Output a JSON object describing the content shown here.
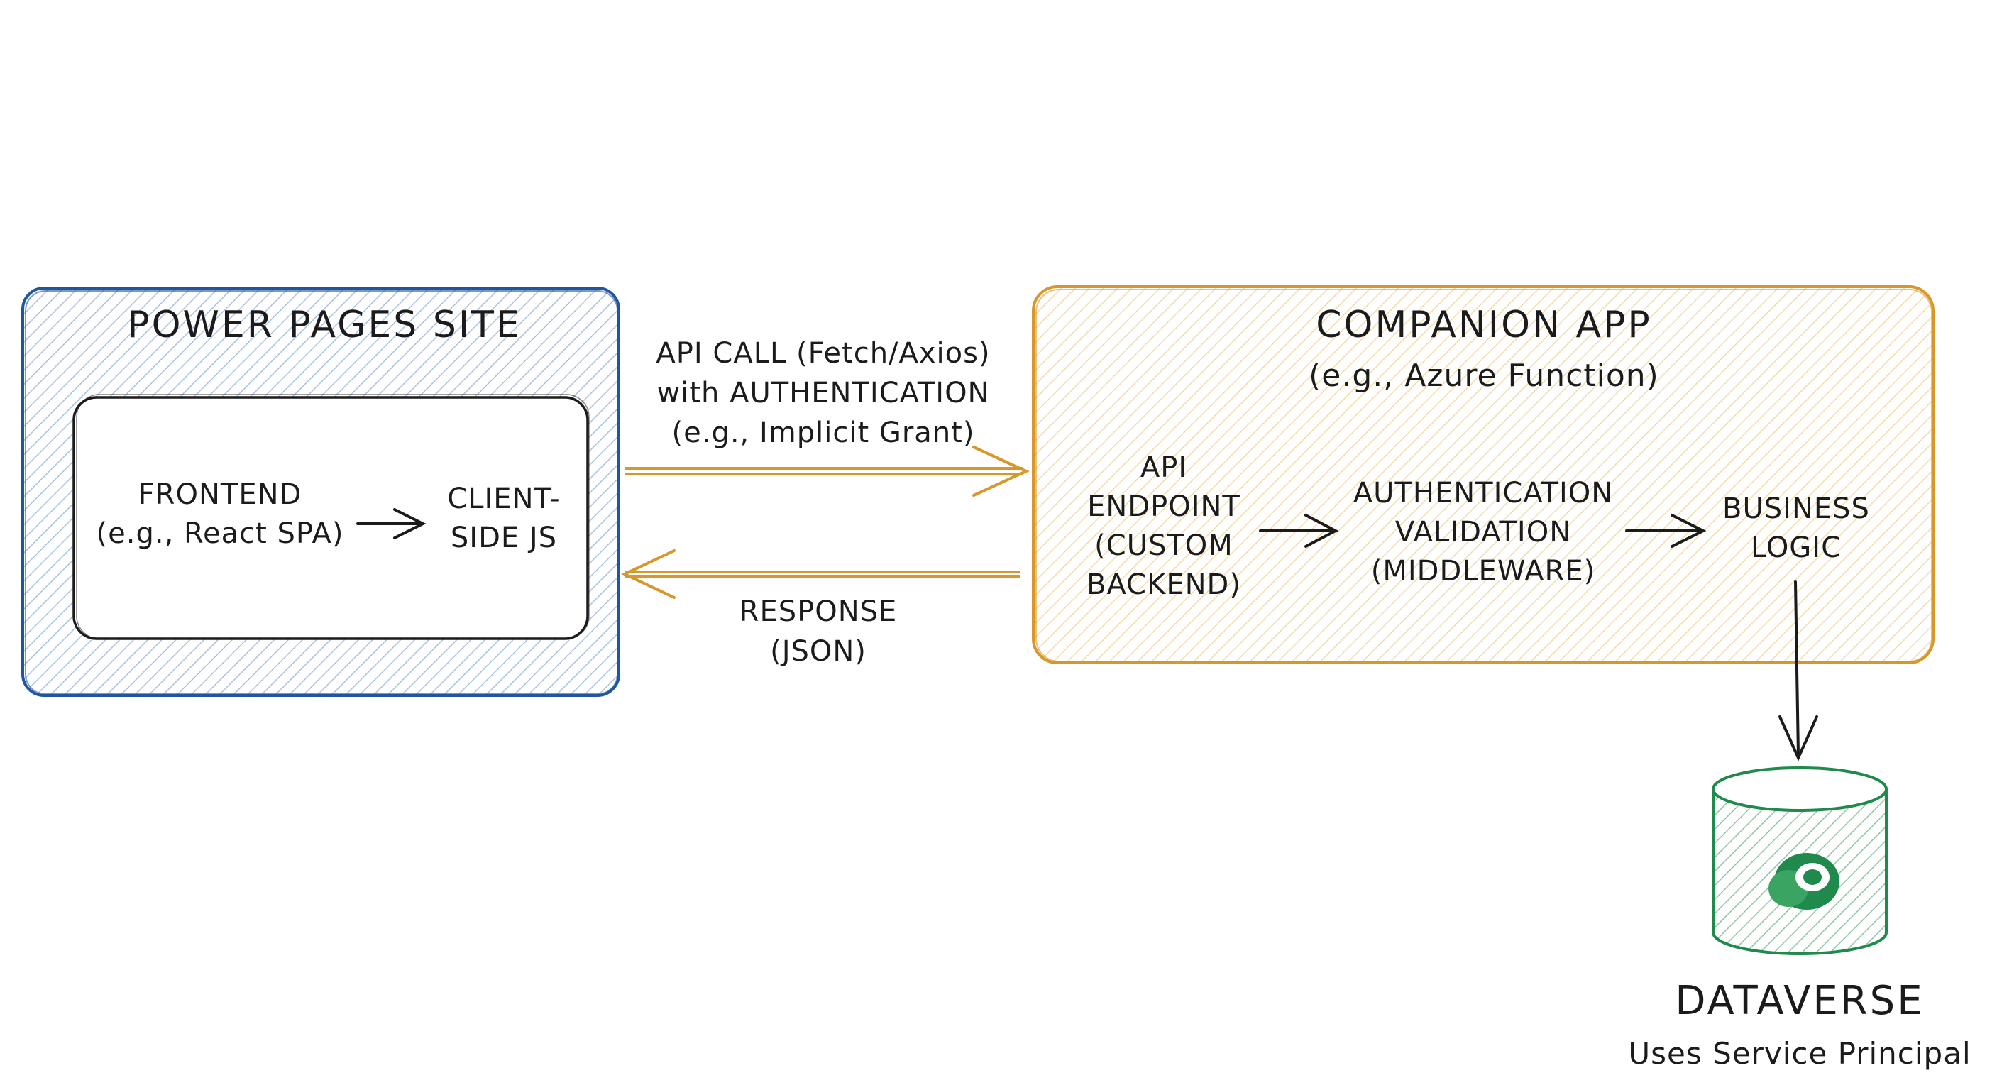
{
  "colors": {
    "blue_stroke": "#1f56a0",
    "blue_hatch": "#a9c1e0",
    "orange_stroke": "#d9962a",
    "orange_hatch": "#f2dca8",
    "green_stroke": "#1f8a4c",
    "green_hatch": "#8cc7a0",
    "ink": "#1b1b1b"
  },
  "power_pages": {
    "title": "POWER PAGES SITE",
    "frontend": [
      "FRONTEND",
      "(e.g., React SPA)"
    ],
    "client_js": [
      "CLIENT-",
      "SIDE JS"
    ]
  },
  "request": [
    "API CALL (Fetch/Axios)",
    "with AUTHENTICATION",
    "(e.g., Implicit Grant)"
  ],
  "response": [
    "RESPONSE",
    "(JSON)"
  ],
  "companion": {
    "title": "COMPANION APP",
    "subtitle": "(e.g., Azure Function)",
    "endpoint": [
      "API",
      "ENDPOINT",
      "(CUSTOM",
      "BACKEND)"
    ],
    "auth": [
      "AUTHENTICATION",
      "VALIDATION",
      "(MIDDLEWARE)"
    ],
    "logic": [
      "BUSINESS",
      "LOGIC"
    ]
  },
  "dataverse": {
    "title": "DATAVERSE",
    "caption": "Uses Service Principal",
    "icon": "dataverse-logo-icon"
  }
}
